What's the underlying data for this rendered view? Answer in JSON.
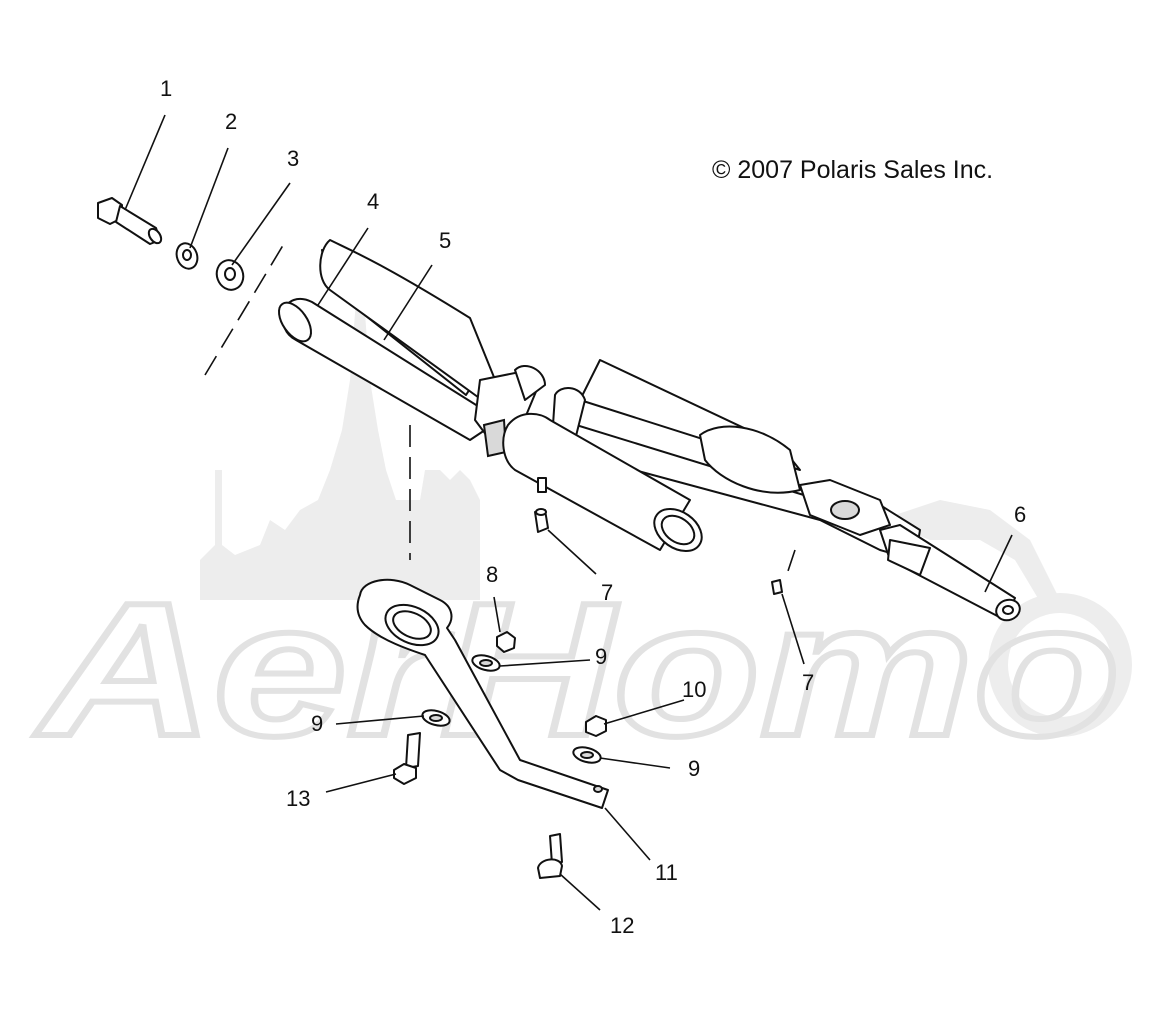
{
  "copyright": "© 2007 Polaris Sales Inc.",
  "watermark": "AerHomo",
  "callouts": [
    "1",
    "2",
    "3",
    "4",
    "5",
    "6",
    "7",
    "7",
    "8",
    "9",
    "9",
    "9",
    "10",
    "11",
    "12",
    "13"
  ],
  "colors": {
    "ink": "#111111",
    "watermark": "#e6e6e6",
    "background": "#ffffff"
  }
}
